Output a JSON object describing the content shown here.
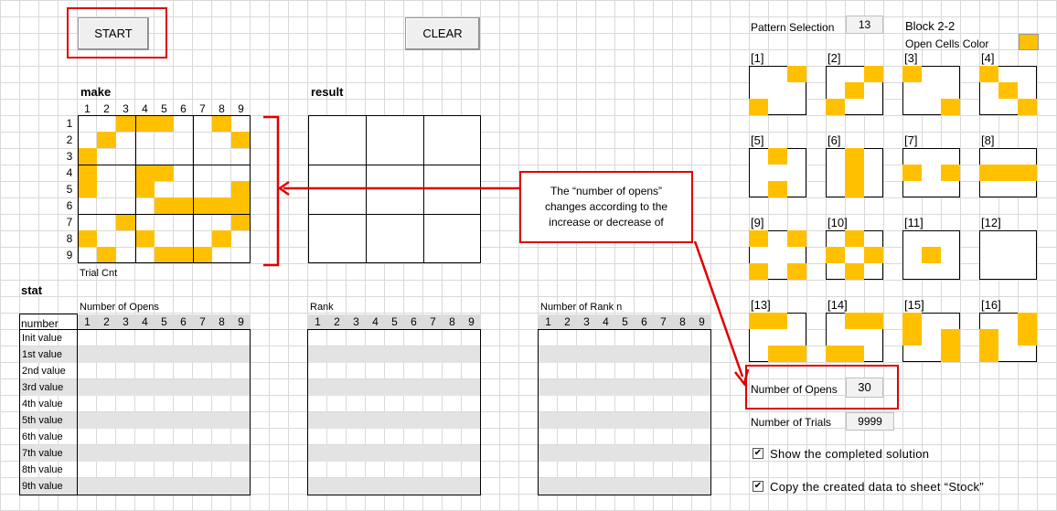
{
  "buttons": {
    "start": "START",
    "clear": "CLEAR"
  },
  "make_title": "make",
  "result_title": "result",
  "col_numbers": [
    "1",
    "2",
    "3",
    "4",
    "5",
    "6",
    "7",
    "8",
    "9"
  ],
  "row_numbers": [
    "1",
    "2",
    "3",
    "4",
    "5",
    "6",
    "7",
    "8",
    "9"
  ],
  "trial_cnt_label": "Trial Cnt",
  "make_grid": [
    "001110010",
    "010000001",
    "100000000",
    "100110000",
    "100100001",
    "000011111",
    "001000001",
    "100100010",
    "010011100"
  ],
  "callout_text": [
    "The “number of opens”",
    "changes according to the",
    "increase or decrease of"
  ],
  "stat": {
    "title": "stat",
    "number_of_opens_label": "Number of Opens",
    "rank_label": "Rank",
    "number_of_rank_n_label": "Number of Rank n",
    "number_header": "number",
    "rows": [
      "Init value",
      "1st value",
      "2nd value",
      "3rd value",
      "4th value",
      "5th value",
      "6th value",
      "7th value",
      "8th value",
      "9th value"
    ]
  },
  "right": {
    "pattern_selection_label": "Pattern Selection",
    "pattern_selection_value": "13",
    "block_label": "Block 2-2",
    "open_cells_color_label": "Open Cells Color",
    "open_cells_color": "#ffc000",
    "patterns": [
      {
        "label": "[1]",
        "cells": "001000100"
      },
      {
        "label": "[2]",
        "cells": "001010100"
      },
      {
        "label": "[3]",
        "cells": "100000001"
      },
      {
        "label": "[4]",
        "cells": "100010001"
      },
      {
        "label": "[5]",
        "cells": "010000010"
      },
      {
        "label": "[6]",
        "cells": "010010010"
      },
      {
        "label": "[7]",
        "cells": "000101000"
      },
      {
        "label": "[8]",
        "cells": "000111000"
      },
      {
        "label": "[9]",
        "cells": "101000101"
      },
      {
        "label": "[10]",
        "cells": "010101010"
      },
      {
        "label": "[11]",
        "cells": "000010000"
      },
      {
        "label": "[12]",
        "cells": "000000000"
      },
      {
        "label": "[13]",
        "cells": "110000011"
      },
      {
        "label": "[14]",
        "cells": "011000110"
      },
      {
        "label": "[15]",
        "cells": "100101001"
      },
      {
        "label": "[16]",
        "cells": "001101100"
      }
    ],
    "number_of_opens_label": "Number of Opens",
    "number_of_opens_value": "30",
    "number_of_trials_label": "Number of Trials",
    "number_of_trials_value": "9999",
    "show_solution_label": "Show the completed solution",
    "copy_label": "Copy the created data to sheet “Stock”",
    "check_mark": "✔"
  }
}
